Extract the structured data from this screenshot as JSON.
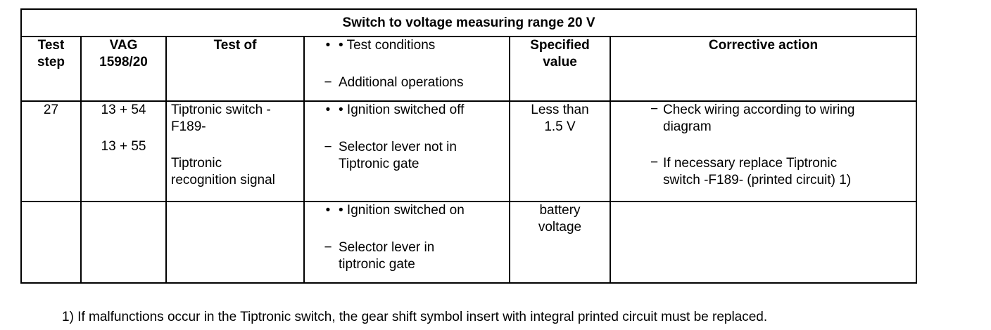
{
  "table": {
    "title": "Switch to voltage measuring range 20 V",
    "headers": {
      "test_step_1": "Test",
      "test_step_2": "step",
      "vag_1": "VAG",
      "vag_2": "1598/20",
      "test_of": "Test of",
      "cond_bullet": "•",
      "cond_1": "• Test conditions",
      "cond_dash": "−",
      "cond_2": "Additional operations",
      "spec_1": "Specified",
      "spec_2": "value",
      "corrective": "Corrective action"
    },
    "rows": [
      {
        "step": "27",
        "vag_a": "13 + 54",
        "vag_b": "13 + 55",
        "test_of_a1": "Tiptronic switch -",
        "test_of_a2": "F189-",
        "test_of_b1": "Tiptronic",
        "test_of_b2": "recognition signal",
        "cond_bullet": "•",
        "cond_a": "• Ignition switched off",
        "cond_dash": "−",
        "cond_b1": "Selector lever not in",
        "cond_b2": "Tiptronic gate",
        "spec_1": "Less than",
        "spec_2": "1.5 V",
        "corr_dash_a": "−",
        "corr_a1": "Check wiring according to wiring",
        "corr_a2": "diagram",
        "corr_dash_b": "−",
        "corr_b1": "If necessary replace Tiptronic",
        "corr_b2": "switch -F189- (printed circuit) 1)"
      },
      {
        "cond_bullet": "•",
        "cond_a": "• Ignition switched on",
        "cond_dash": "−",
        "cond_b1": "Selector lever in",
        "cond_b2": "tiptronic gate",
        "spec_1": "battery",
        "spec_2": "voltage"
      }
    ]
  },
  "footnote": "1) If malfunctions occur in the Tiptronic switch, the gear shift symbol insert with integral printed circuit must be replaced."
}
